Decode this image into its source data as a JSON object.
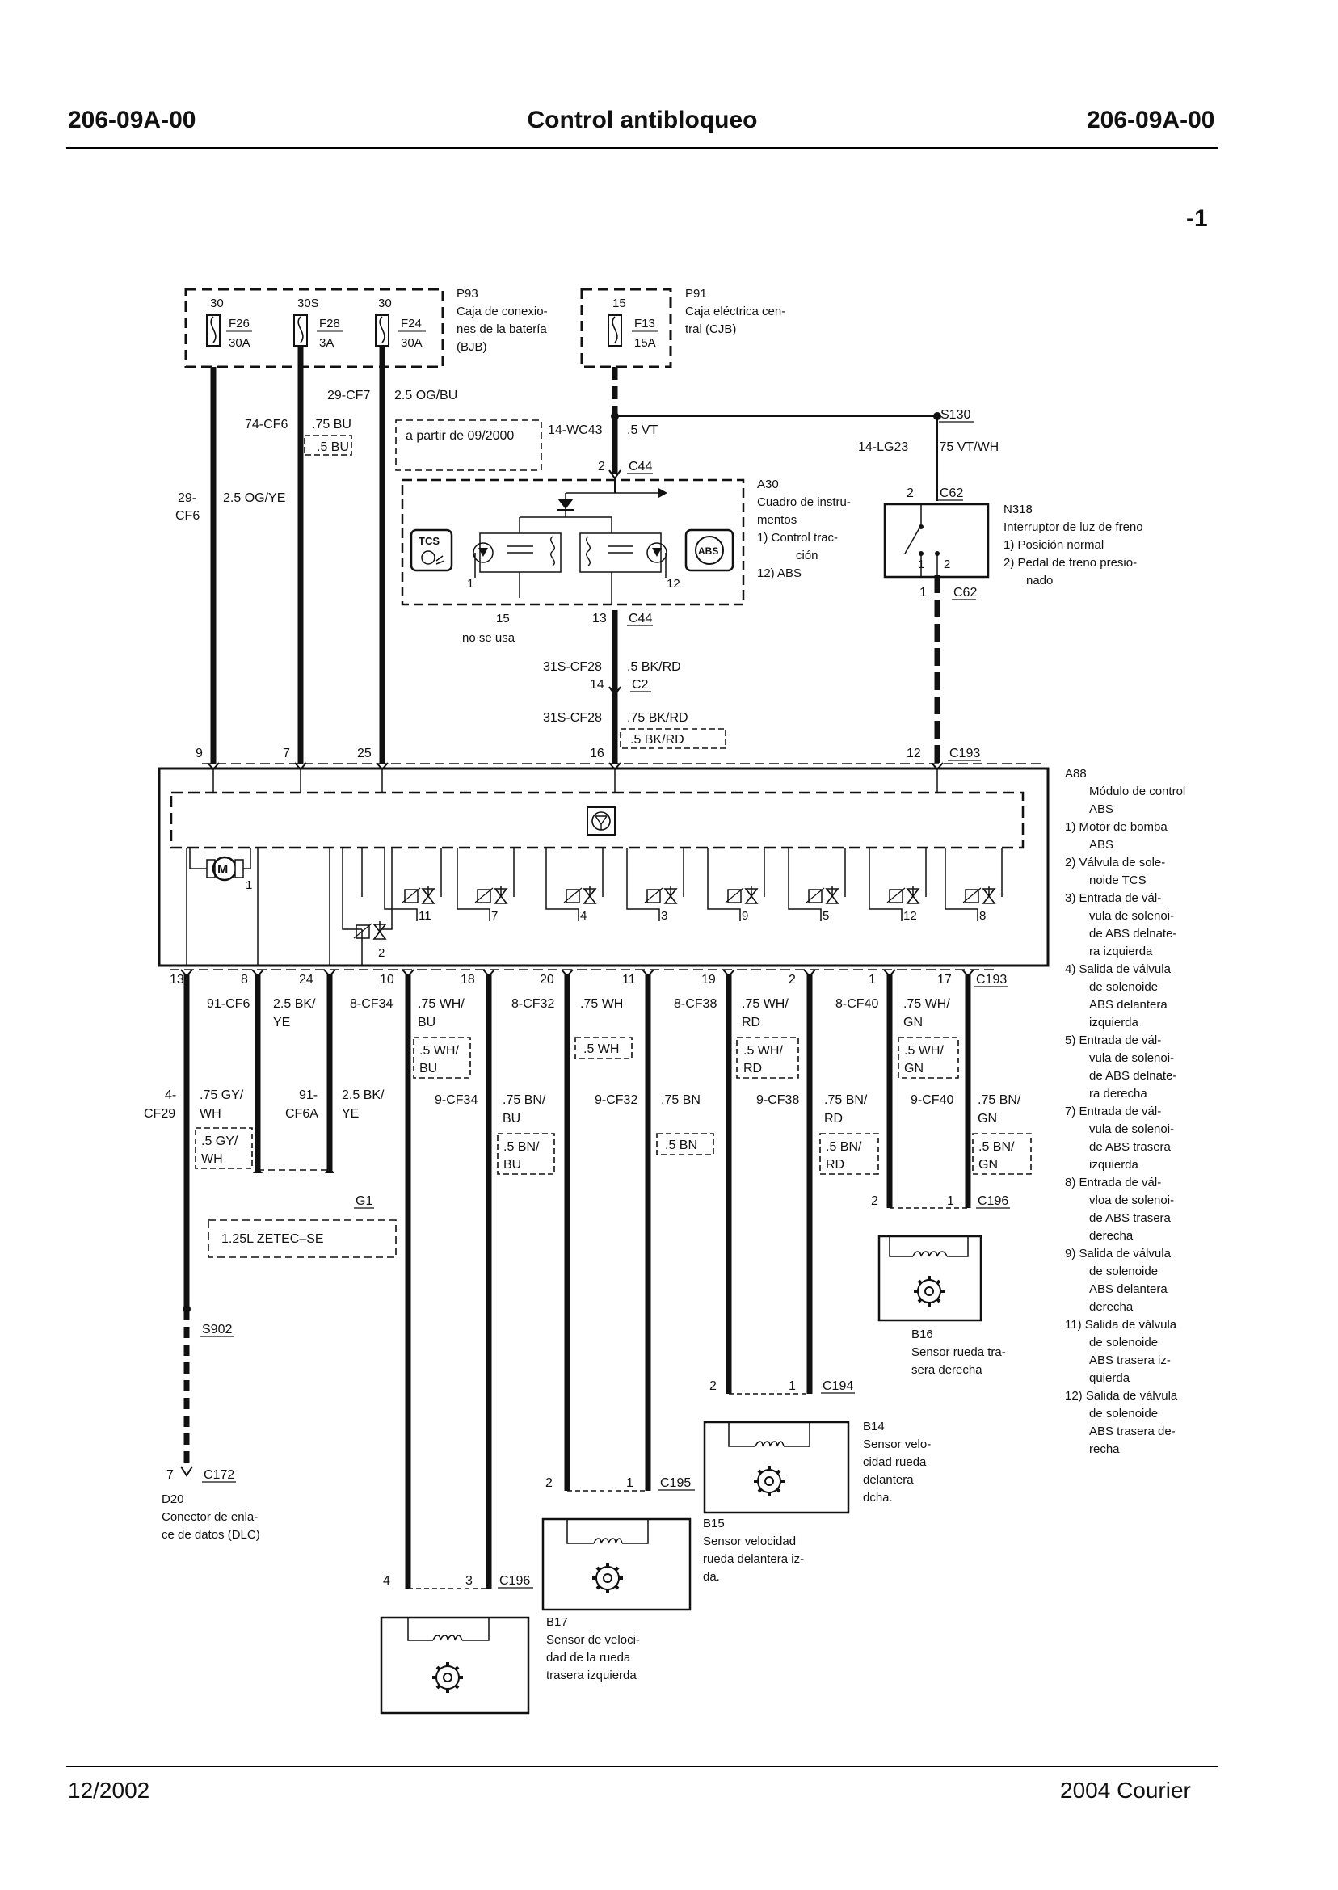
{
  "header": {
    "code_left": "206-09A-00",
    "title": "Control antibloqueo",
    "code_right": "206-09A-00",
    "page_ref": "-1"
  },
  "footer": {
    "date": "12/2002",
    "model": "2004 Courier"
  },
  "fuses": {
    "p93": {
      "label": "P93",
      "desc": [
        "Caja de conexio-",
        "nes de la batería",
        "(BJB)"
      ],
      "items": [
        {
          "pin": "30",
          "name": "F26",
          "rating": "30A"
        },
        {
          "pin": "30S",
          "name": "F28",
          "rating": "3A"
        },
        {
          "pin": "30",
          "name": "F24",
          "rating": "30A"
        }
      ]
    },
    "p91": {
      "label": "P91",
      "desc": [
        "Caja eléctrica cen-",
        "tral (CJB)"
      ],
      "items": [
        {
          "pin": "15",
          "name": "F13",
          "rating": "15A"
        }
      ]
    }
  },
  "wires_top": {
    "cf6": [
      "29-",
      "CF6"
    ],
    "cf6_spec": "2.5 OG/YE",
    "cf6b": "74-CF6",
    "cf6b_spec": ".75 BU",
    "cf6b_alt": ".5 BU",
    "cf7": "29-CF7",
    "cf7_spec": "2.5 OG/BU",
    "note_from": "a partir de 09/2000",
    "wc43": "14-WC43",
    "wc43_spec": ".5 VT",
    "lg23": "14-LG23",
    "lg23_spec": ".75 VT/WH",
    "s130": "S130",
    "cf28a": "31S-CF28",
    "cf28a_spec": ".5 BK/RD",
    "cf28b": "31S-CF28",
    "cf28b_spec": ".75 BK/RD",
    "cf28b_alt": ".5 BK/RD"
  },
  "a30": {
    "label": "A30",
    "desc": [
      "Cuadro de instru-",
      "mentos",
      "1)   Control trac-",
      "ción",
      "12) ABS"
    ],
    "tcs": "TCS",
    "abs": "ABS",
    "not_used": "no se usa"
  },
  "n318": {
    "label": "N318",
    "desc": [
      "Interruptor de luz de freno",
      "1)   Posición normal",
      "2)   Pedal de freno presio-",
      "nado"
    ]
  },
  "connectors": {
    "c44": "C44",
    "c2": "C2",
    "c62": "C62",
    "c193": "C193",
    "c196": "C196",
    "c194": "C194",
    "c195": "C195",
    "c172": "C172",
    "s902": "S902",
    "g1": "G1"
  },
  "pins": {
    "c44_top": "2",
    "c44_bot": "13",
    "a30_15": "15",
    "a30_1": "1",
    "a30_12": "12",
    "c2": "14",
    "c62_top": "2",
    "c62_bot": "1",
    "n318_1": "1",
    "n318_2": "2",
    "c193_top": [
      "9",
      "7",
      "25",
      "16",
      "12"
    ],
    "c193_bot": [
      "13",
      "8",
      "24",
      "10",
      "18",
      "20",
      "11",
      "19",
      "2",
      "1",
      "17"
    ],
    "motor": "1",
    "tcs_valve": "2",
    "valves": [
      "11",
      "7",
      "4",
      "3",
      "9",
      "5",
      "12",
      "8"
    ],
    "b16": [
      "2",
      "1"
    ],
    "b14": [
      "2",
      "1"
    ],
    "b15": [
      "2",
      "1"
    ],
    "b17": [
      "4",
      "3"
    ],
    "dlc": "7"
  },
  "a88": {
    "label": "A88",
    "desc": [
      "Módulo de control",
      "ABS",
      "1)   Motor de bomba",
      "ABS",
      "2)   Válvula de sole-",
      "noide TCS",
      "3)   Entrada de vál-",
      "vula de solenoi-",
      "de ABS delnate-",
      "ra izquierda",
      "4)   Salida de válvula",
      "de solenoide",
      "ABS delantera",
      "izquierda",
      "5)   Entrada de vál-",
      "vula de solenoi-",
      "de ABS delnate-",
      "ra derecha",
      "7)   Entrada de vál-",
      "vula de solenoi-",
      "de ABS trasera",
      "izquierda",
      "8)   Entrada de vál-",
      "vloa de solenoi-",
      "de ABS trasera",
      "derecha",
      "9)   Salida de válvula",
      "de solenoide",
      "ABS delantera",
      "derecha",
      "11) Salida de válvula",
      "de solenoide",
      "ABS trasera iz-",
      "quierda",
      "12) Salida de válvula",
      "de solenoide",
      "ABS trasera de-",
      "recha"
    ]
  },
  "wires_bot": {
    "cf6": "91-CF6",
    "cf6_spec": [
      "2.5 BK/",
      "YE"
    ],
    "cf6a": [
      "91-",
      "CF6A"
    ],
    "cf6a_spec": [
      "2.5 BK/",
      "YE"
    ],
    "cf29": [
      "4-",
      "CF29"
    ],
    "cf29_spec": [
      ".75 GY/",
      "WH"
    ],
    "cf29_alt": [
      ".5 GY/",
      "WH"
    ],
    "cf34a": "8-CF34",
    "cf34a_spec": [
      ".75 WH/",
      "BU"
    ],
    "cf34a_alt": [
      ".5 WH/",
      "BU"
    ],
    "cf34b": "9-CF34",
    "cf34b_spec": [
      ".75 BN/",
      "BU"
    ],
    "cf34b_alt": [
      ".5 BN/",
      "BU"
    ],
    "cf32a": "8-CF32",
    "cf32a_spec": ".75 WH",
    "cf32a_alt": ".5 WH",
    "cf32b": "9-CF32",
    "cf32b_spec": ".75 BN",
    "cf32b_alt": ".5 BN",
    "cf38a": "8-CF38",
    "cf38a_spec": [
      ".75 WH/",
      "RD"
    ],
    "cf38a_alt": [
      ".5 WH/",
      "RD"
    ],
    "cf38b": "9-CF38",
    "cf38b_spec": [
      ".75 BN/",
      "RD"
    ],
    "cf38b_alt": [
      ".5 BN/",
      "RD"
    ],
    "cf40a": "8-CF40",
    "cf40a_spec": [
      ".75 WH/",
      "GN"
    ],
    "cf40a_alt": [
      ".5 WH/",
      "GN"
    ],
    "cf40b": "9-CF40",
    "cf40b_spec": [
      ".75 BN/",
      "GN"
    ],
    "cf40b_alt": [
      ".5 BN/",
      "GN"
    ],
    "engine_note": "1.25L ZETEC–SE"
  },
  "sensors": {
    "b16": {
      "label": "B16",
      "desc": [
        "Sensor rueda tra-",
        "sera derecha"
      ]
    },
    "b14": {
      "label": "B14",
      "desc": [
        "Sensor velo-",
        "cidad rueda",
        "delantera",
        "dcha."
      ]
    },
    "b15": {
      "label": "B15",
      "desc": [
        "Sensor velocidad",
        "rueda delantera iz-",
        "da."
      ]
    },
    "b17": {
      "label": "B17",
      "desc": [
        "Sensor de veloci-",
        "dad de la rueda",
        "trasera izquierda"
      ]
    },
    "d20": {
      "label": "D20",
      "desc": [
        "Conector de enla-",
        "ce de datos (DLC)"
      ]
    }
  }
}
